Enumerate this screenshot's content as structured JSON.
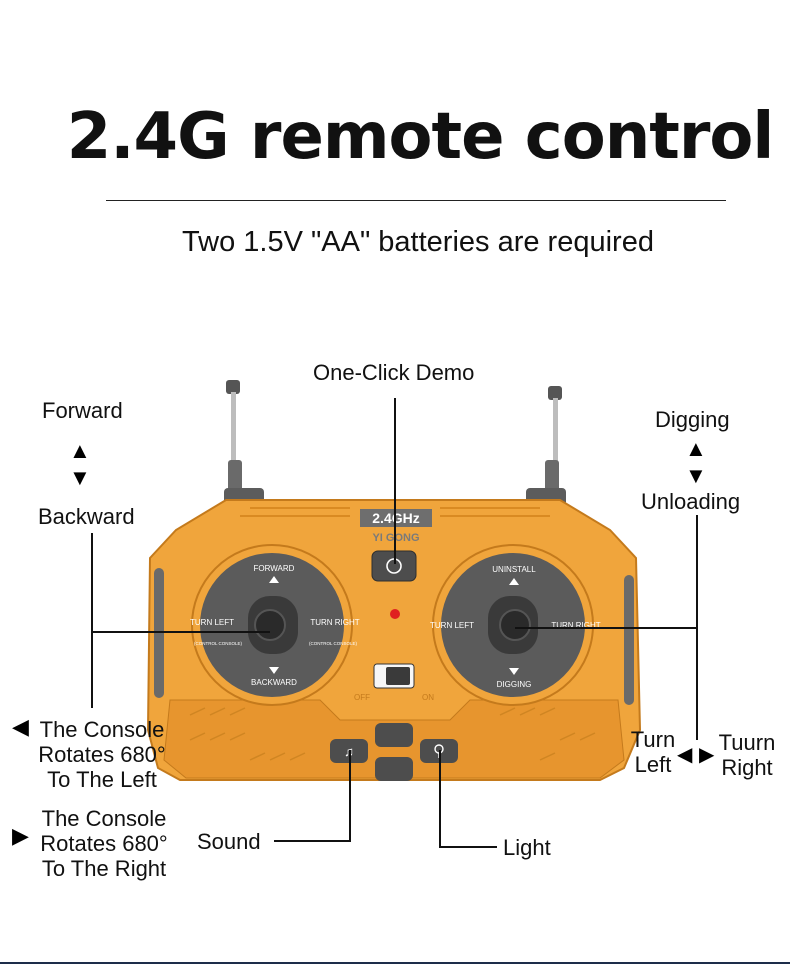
{
  "header": {
    "title": "2.4G remote control",
    "subtitle": "Two 1.5V \"AA\" batteries are required"
  },
  "callouts": {
    "demo": "One-Click Demo",
    "forward": "Forward",
    "backward": "Backward",
    "digging": "Digging",
    "unloading": "Unloading",
    "rotate_left": [
      "The Console",
      "Rotates 680°",
      "To The Left"
    ],
    "rotate_right": [
      "The Console",
      "Rotates 680°",
      "To The Right"
    ],
    "turn_left": [
      "Turn",
      "Left"
    ],
    "turn_right": [
      "Tuurn",
      "Right"
    ],
    "sound": "Sound",
    "light": "Light"
  },
  "remote": {
    "badge_freq": "2.4GHz",
    "badge_brand": "YI GONG",
    "left_stick": {
      "top": "FORWARD",
      "bottom": "BACKWARD",
      "left": "TURN LEFT",
      "left_sub": "(CONTROL CONSOLE)",
      "right": "TURN RIGHT",
      "right_sub": "(CONTROL CONSOLE)"
    },
    "right_stick": {
      "top": "UNINSTALL",
      "bottom": "DIGGING",
      "left": "TURN LEFT",
      "right": "TURN RIGHT"
    },
    "switch_off": "OFF",
    "switch_on": "ON"
  },
  "icons": {
    "up": "up-triangle-icon",
    "down": "down-triangle-icon",
    "left": "left-triangle-icon",
    "right": "right-triangle-icon",
    "sound": "sound-icon",
    "light": "bulb-icon",
    "demo": "demo-button-icon"
  },
  "colors": {
    "body": "#f0a53c",
    "body_dark": "#d98a22",
    "stick_pad": "#5b5b5b",
    "knob": "#3a3a3a",
    "led": "#e02020"
  }
}
